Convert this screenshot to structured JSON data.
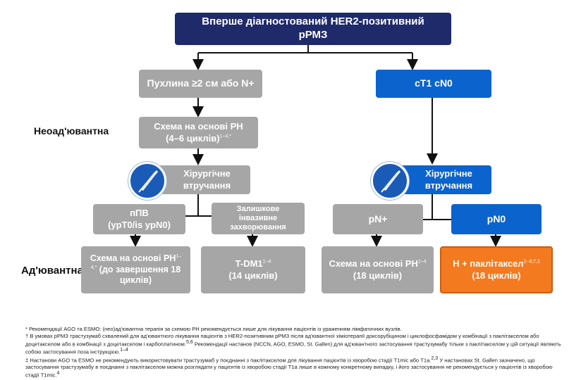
{
  "top": {
    "line1": "Вперше діагностований HER2-позитивний",
    "line2": "рРМЗ"
  },
  "left_branch": {
    "tumor": "Пухлина ≥2 см або N+",
    "neoadj_scheme_line1": "Схема на основі PH",
    "neoadj_scheme_line2": "(4–6 циклів)",
    "neoadj_scheme_sup": "1–4,*",
    "surgery_line1": "Хірургічне",
    "surgery_line2": "втручання",
    "ppv_line1": "пПВ",
    "ppv_line2": "(ypT0/is ypN0)",
    "residual_line1": "Залишкове",
    "residual_line2": "інвазивне",
    "residual_line3": "захворювання",
    "adj1_line1": "Схема на основі PH",
    "adj1_sup": "1–",
    "adj1_line2a": "4,*",
    "adj1_line2b": " (до завершення 18",
    "adj1_line3": "циклів)",
    "adj2_line1": "T-DM1",
    "adj2_sup": "1–4",
    "adj2_line2": "(14 циклів)"
  },
  "right_branch": {
    "ct1": "cT1 cN0",
    "surgery_line1": "Хірургічне",
    "surgery_line2": "втручання",
    "pnplus": "pN+",
    "pn0": "pN0",
    "adj3_line1": "Схема на основі PH",
    "adj3_sup": "1–4",
    "adj3_line2": "(18 циклів)",
    "adj4_line1": "H + паклітаксел",
    "adj4_sup": "1–4,†,‡",
    "adj4_line2": "(18 циклів)"
  },
  "side_labels": {
    "neoadjuvant": "Неоад'ювантна",
    "adjuvant": "Ад'ювантна"
  },
  "icons": {
    "surgery": "scalpel-icon"
  },
  "colors": {
    "navy": "#1f2a6b",
    "gray": "#a6a6a6",
    "blue": "#0b63ce",
    "orange": "#f47a20"
  },
  "footnotes": {
    "f1": "* Рекомендації AGO та ESMO: (нео)ад'ювантна терапія за схемою PH рекомендується лише для лікування пацієнтів із ураженням лімфатичних вузлів.",
    "f2a": "† В умовах рРМЗ трастузумаб схвалений для ад'ювантного лікування пацієнтів з HER2-позитивним рРМЗ після ад'ювантної хіміотерапії доксорубіцином і циклофосфамідом у комбінації з паклітакселом або доцетакселом або в комбінації з доцетакселом і карбоплатином.",
    "f2sup1": "5,6",
    "f2b": " Рекомендації настанов (NCCN, AGO, ESMO, St. Gallen) для ад'ювантного застосування трастузумабу тільки з паклітакселом у цій ситуації являють собою застосування поза інструкцією.",
    "f2sup2": "1–4",
    "f3a": "‡ Настанови AGO та ESMO не рекомендують використовувати трастузумаб у поєднанні з паклітакселом для лікування пацієнтів із хворобою стадії T1mic або T1a.",
    "f3sup1": "2,3",
    "f3b": " У настановах St. Gallen зазначено, що застосування трастузумабу в поєднанні з паклітакселом можна розглядати у пацієнтів із хворобою стадії T1a лише в кожному конкретному випадку, і його застосування не рекомендується у пацієнтів із хворобою стадії T1mic.",
    "f3sup2": "4"
  }
}
